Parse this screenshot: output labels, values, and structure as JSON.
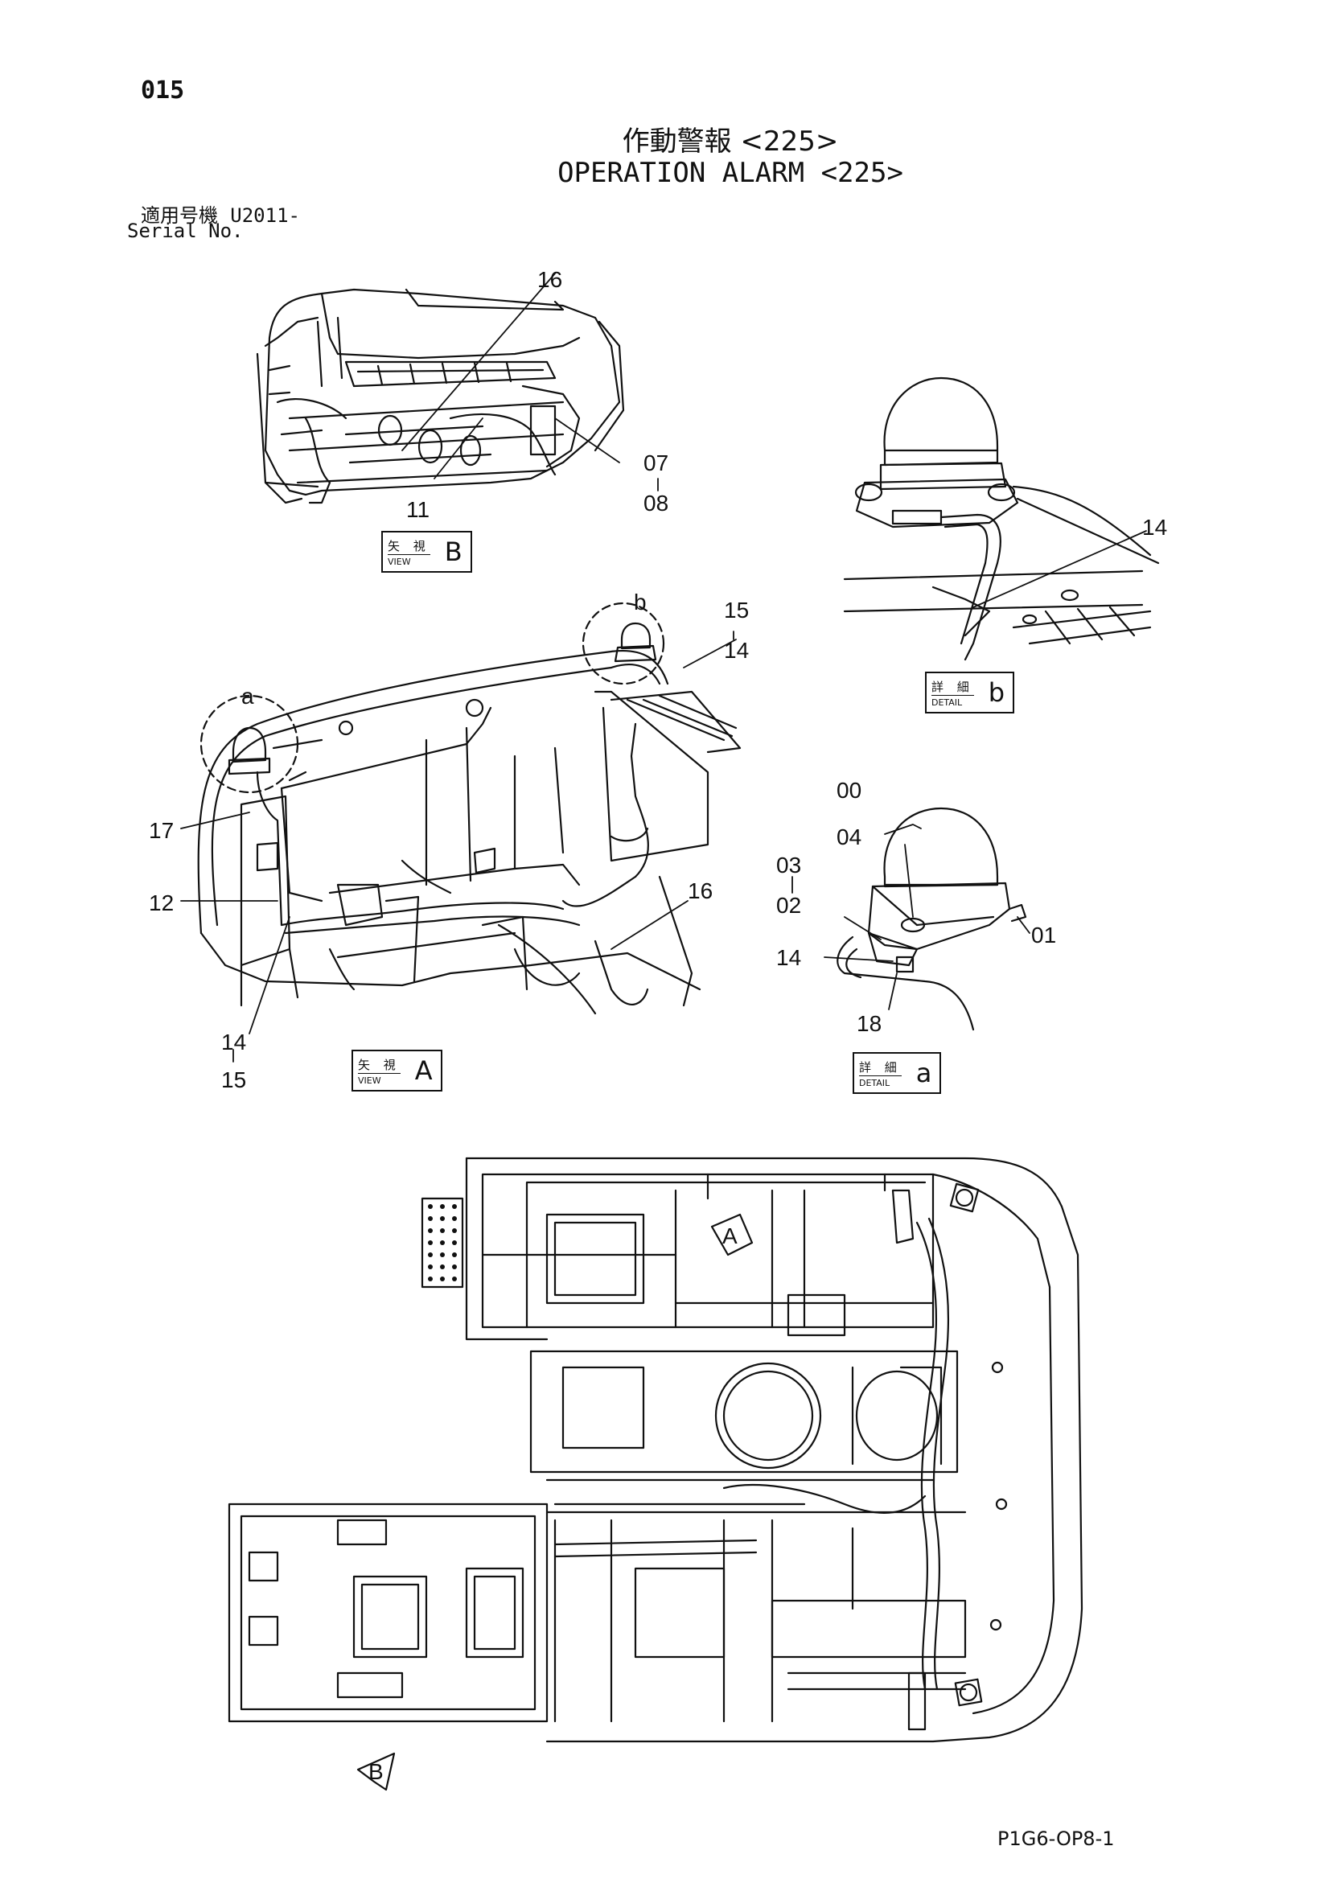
{
  "page_number": "015",
  "title_jp": "作動警報 <225>",
  "title_en": "OPERATION ALARM <225>",
  "serial": {
    "label_jp": "適用号機",
    "value": "U2011-",
    "label_en": "Serial No."
  },
  "view_labels": [
    {
      "jp": "矢 視",
      "en": "VIEW",
      "letter": "B"
    },
    {
      "jp": "詳 細",
      "en": "DETAIL",
      "letter": "b"
    },
    {
      "jp": "矢 視",
      "en": "VIEW",
      "letter": "A"
    },
    {
      "jp": "詳 細",
      "en": "DETAIL",
      "letter": "a"
    }
  ],
  "callouts_view_b": [
    "16",
    "07",
    "08",
    "11"
  ],
  "callouts_detail_b": [
    "14"
  ],
  "callouts_view_a": [
    "b",
    "15",
    "14",
    "a",
    "17",
    "12",
    "16",
    "14",
    "15"
  ],
  "callouts_detail_a": [
    "00",
    "04",
    "03",
    "02",
    "01",
    "14",
    "18"
  ],
  "plan_markers": [
    "A",
    "B"
  ],
  "footer_code": "P1G6-OP8-1"
}
